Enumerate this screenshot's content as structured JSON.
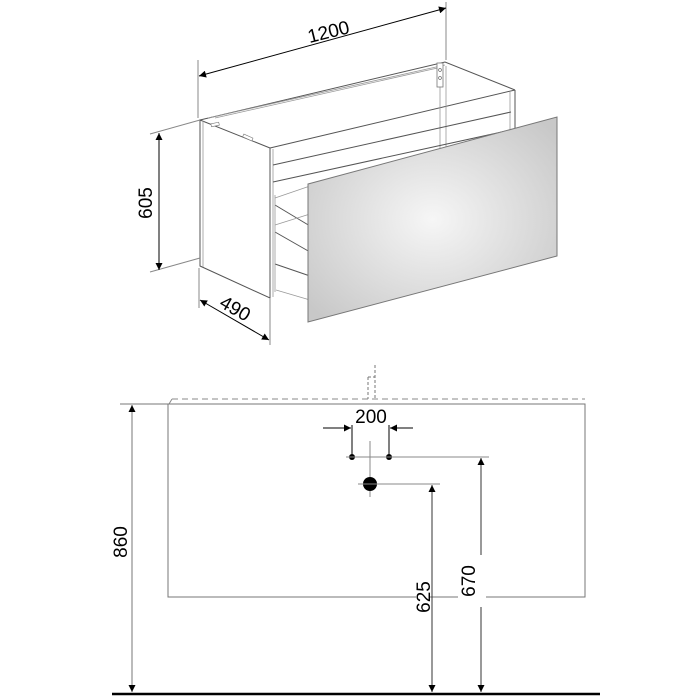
{
  "drawing": {
    "type": "technical-dimension-drawing",
    "subject": "vanity base cabinet with pull-out drawer",
    "units": "mm"
  },
  "isometric_view": {
    "dimensions": {
      "width": "1200",
      "height": "605",
      "depth": "490"
    }
  },
  "front_elevation": {
    "dimensions": {
      "overall_height": "860",
      "hole_spacing": "200",
      "drain_height": "625",
      "supply_height": "670"
    }
  },
  "colors": {
    "line": "#000000",
    "panel_gradient_center": "#f4f4f4",
    "panel_gradient_edge": "#c9c9c9",
    "panel_border": "#777777",
    "background": "#ffffff"
  }
}
